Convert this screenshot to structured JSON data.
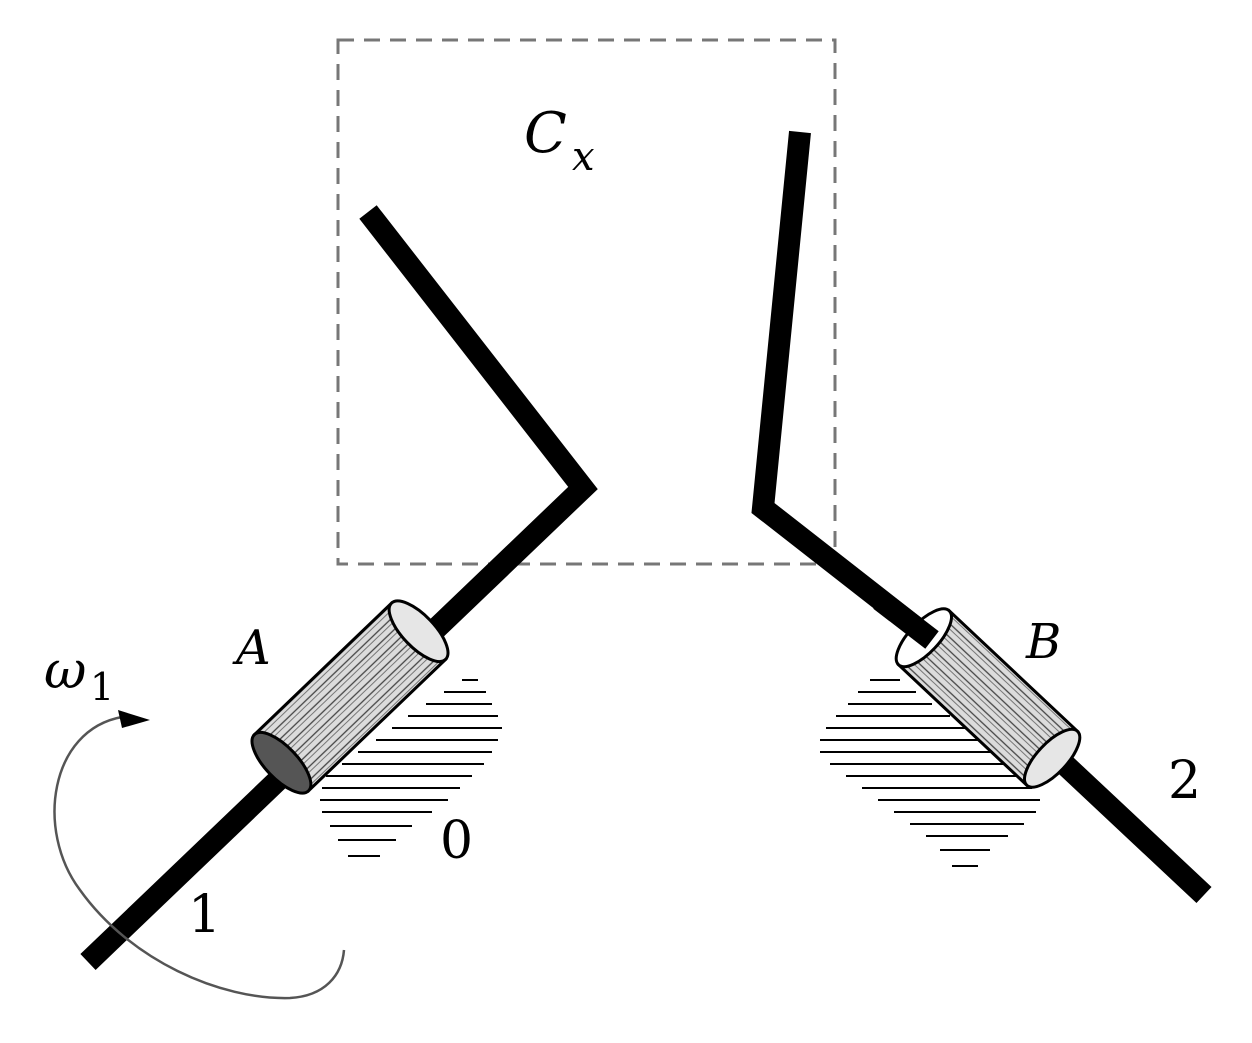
{
  "labels": {
    "block": "C",
    "block_sub": "x",
    "joint_a": "A",
    "joint_b": "B",
    "omega": "ω",
    "omega_sub": "1",
    "shaft_1": "1",
    "shaft_2": "2",
    "ground": "0"
  },
  "colors": {
    "ink": "#000000",
    "box": "#777777",
    "bearing_fill": "#d8d8d8",
    "bearing_end": "#555555",
    "arrow": "#555555"
  }
}
